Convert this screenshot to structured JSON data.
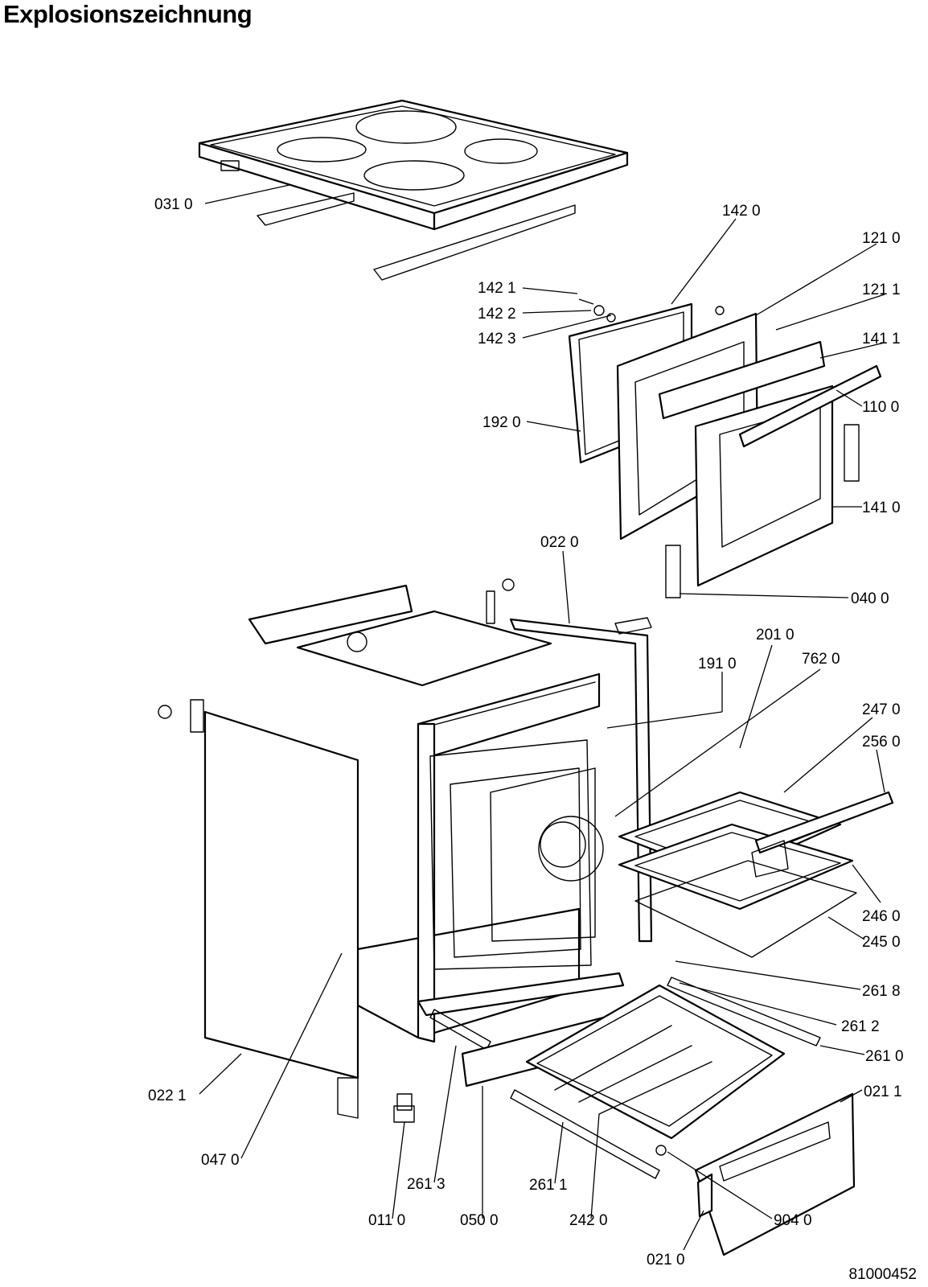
{
  "title": "Explosionszeichnung",
  "document_number": "81000452",
  "callouts": [
    "031 0",
    "142 0",
    "121 0",
    "142 1",
    "142 2",
    "121 1",
    "142 3",
    "141 1",
    "192 0",
    "110 0",
    "141 0",
    "022 0",
    "040 0",
    "201 0",
    "191 0",
    "762 0",
    "247 0",
    "256 0",
    "246 0",
    "245 0",
    "261 8",
    "261 2",
    "261 0",
    "022 1",
    "021 1",
    "047 0",
    "261 3",
    "261 1",
    "011 0",
    "050 0",
    "242 0",
    "904 0",
    "021 0"
  ]
}
